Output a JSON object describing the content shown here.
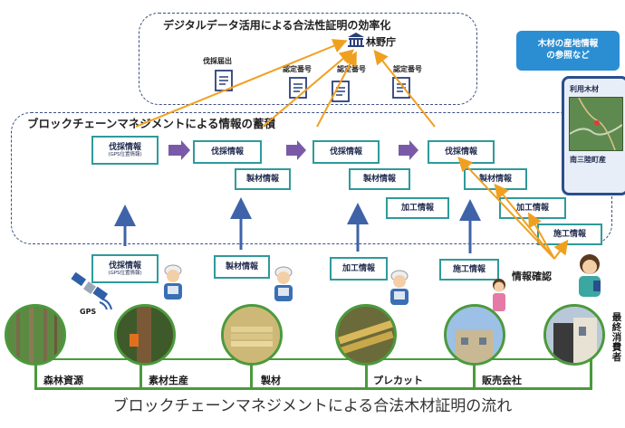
{
  "top_section": {
    "title": "デジタルデータ活用による合法性証明の効率化",
    "agency": "林野庁",
    "docs": [
      "伐採届出",
      "認定番号",
      "認定番号",
      "認定番号"
    ]
  },
  "middle_section": {
    "title": "ブロックチェーンマネジメントによる情報の蓄積",
    "columns": [
      [
        "伐採情報"
      ],
      [
        "伐採情報",
        "製材情報"
      ],
      [
        "伐採情報",
        "製材情報",
        "加工情報"
      ],
      [
        "伐採情報",
        "製材情報",
        "加工情報",
        "施工情報"
      ]
    ],
    "gps_note": "(GPS位置情報)"
  },
  "bottom_inputs": [
    {
      "label": "伐採情報",
      "note": "(GPS位置情報)"
    },
    {
      "label": "製材情報"
    },
    {
      "label": "加工情報"
    },
    {
      "label": "施工情報"
    }
  ],
  "gps_label": "GPS",
  "confirm_label": "情報確認",
  "phone": {
    "bubble_line1": "木材の産地情報",
    "bubble_line2": "の参照など",
    "header": "利用木材",
    "footer": "南三陸町産"
  },
  "stages": [
    "森林資源",
    "素材生産",
    "製材",
    "プレカット",
    "販売会社"
  ],
  "consumer_label": "最\n終\n消\n費\n者",
  "caption": "ブロックチェーンマネジメントによる合法木材証明の流れ",
  "colors": {
    "teal": "#2f9a9a",
    "navy": "#3c4f86",
    "purple": "#7a5aa8",
    "orange": "#f0a020",
    "green": "#4b9a3c",
    "blue": "#2b8ed2"
  }
}
